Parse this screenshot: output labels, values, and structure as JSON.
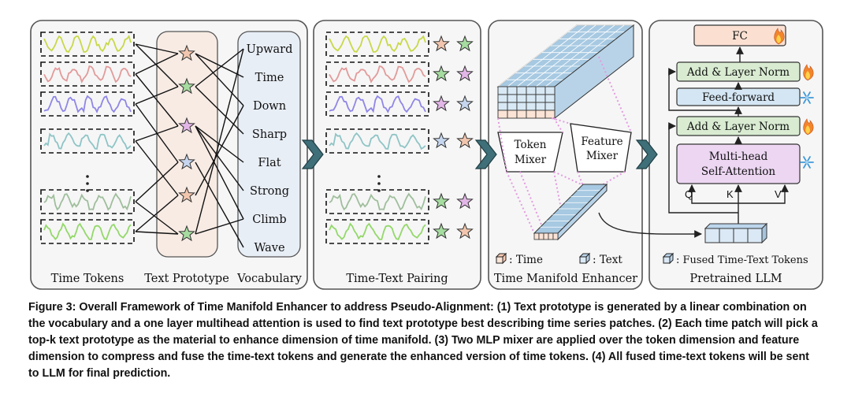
{
  "panels": {
    "alignment": {
      "labels": [
        "Time Tokens",
        "Text Prototype",
        "Vocabulary"
      ],
      "vocabulary": [
        "Upward",
        "Time",
        "Down",
        "Sharp",
        "Flat",
        "Strong",
        "Climb",
        "Wave"
      ]
    },
    "pairing": {
      "label": "Time-Text Pairing"
    },
    "enhancer": {
      "label": "Time Manifold Enhancer",
      "token_mixer": [
        "Token",
        "Mixer"
      ],
      "feature_mixer": [
        "Feature",
        "Mixer"
      ],
      "legend_time": ": Time",
      "legend_text": ": Text"
    },
    "llm": {
      "label": "Pretrained LLM",
      "fc": "FC",
      "add_norm_top": "Add & Layer Norm",
      "feed_forward": "Feed-forward",
      "add_norm_bottom": "Add & Layer Norm",
      "attention": [
        "Multi-head",
        "Self-Attention"
      ],
      "q": "Q",
      "k": "K",
      "v": "V",
      "legend_fused": ": Fused Time-Text Tokens"
    }
  },
  "colors": {
    "series": [
      "#c8d84a",
      "#e29a9a",
      "#8f86e6",
      "#8fc4c6",
      "#9fbe9c",
      "#93d86a"
    ],
    "star_green": "#a6dca0",
    "star_pink": "#f2c6ae",
    "star_purple": "#e2b6e6",
    "star_blue": "#c6d6ee",
    "prototype_fill": "#f7ebe4",
    "vocab_fill": "#e8eef6",
    "add_norm_fill": "#d9ecd2",
    "feed_forward_fill": "#d4e6f3",
    "attention_fill": "#ecd6f2",
    "fc_fill": "#fbe0d2",
    "tensor_fill": "#d8e9f5",
    "tensor_top": "#a7c9e2"
  },
  "icons": [
    "fire-icon",
    "snowflake-icon",
    "star-icon",
    "chevron-right-icon",
    "cube-icon"
  ],
  "caption": "Figure 3: Overall Framework of Time Manifold Enhancer to address Pseudo-Alignment: (1) Text prototype is generated by a linear combination on the vocabulary and a one layer multihead attention is used to find text prototype best describing time series patches. (2) Each time patch will pick a top-k text prototype as the material to enhance dimension of time manifold. (3) Two MLP mixer are applied over the token dimension and feature dimension to compress and fuse the time-text tokens and generate the enhanced version of time tokens. (4) All fused time-text tokens will be sent to LLM for final prediction."
}
